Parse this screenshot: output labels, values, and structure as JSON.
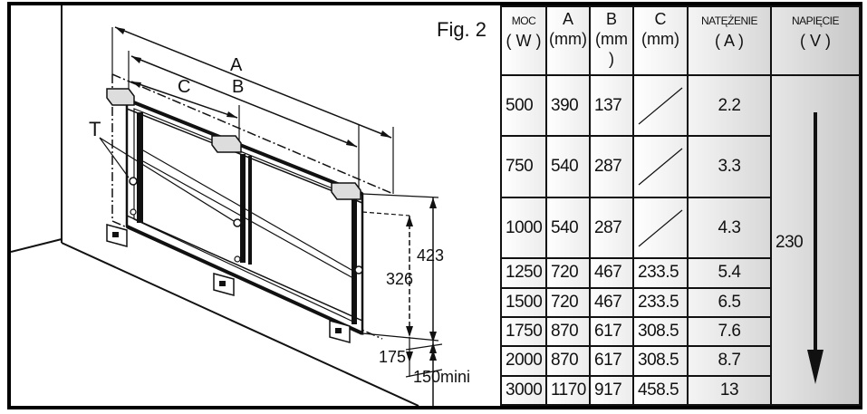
{
  "figure": {
    "title": "Fig. 2",
    "labels": {
      "a": "A",
      "b": "B",
      "c": "C",
      "t": "T",
      "dim_423": "423",
      "dim_326": "326",
      "dim_175": "175",
      "dim_150": "150mini"
    }
  },
  "table": {
    "headers": [
      {
        "top": "MOC",
        "bottom": "( W )"
      },
      {
        "top": "A",
        "bottom": "(mm)"
      },
      {
        "top": "B",
        "bottom": "(mm )"
      },
      {
        "top": "C",
        "bottom": "(mm)"
      },
      {
        "top": "NATĘŻENIE",
        "bottom": "( A )"
      },
      {
        "top": "NAPIĘCIE",
        "bottom": "( V )"
      }
    ],
    "rows": [
      {
        "moc": "500",
        "a": "390",
        "b": "137",
        "c": "",
        "amp": "2.2"
      },
      {
        "moc": "750",
        "a": "540",
        "b": "287",
        "c": "",
        "amp": "3.3"
      },
      {
        "moc": "1000",
        "a": "540",
        "b": "287",
        "c": "",
        "amp": "4.3"
      },
      {
        "moc": "1250",
        "a": "720",
        "b": "467",
        "c": "233.5",
        "amp": "5.4"
      },
      {
        "moc": "1500",
        "a": "720",
        "b": "467",
        "c": "233.5",
        "amp": "6.5"
      },
      {
        "moc": "1750",
        "a": "870",
        "b": "617",
        "c": "308.5",
        "amp": "7.6"
      },
      {
        "moc": "2000",
        "a": "870",
        "b": "617",
        "c": "308.5",
        "amp": "8.7"
      },
      {
        "moc": "3000",
        "a": "1170",
        "b": "917",
        "c": "458.5",
        "amp": "13"
      }
    ],
    "voltage": "230"
  }
}
